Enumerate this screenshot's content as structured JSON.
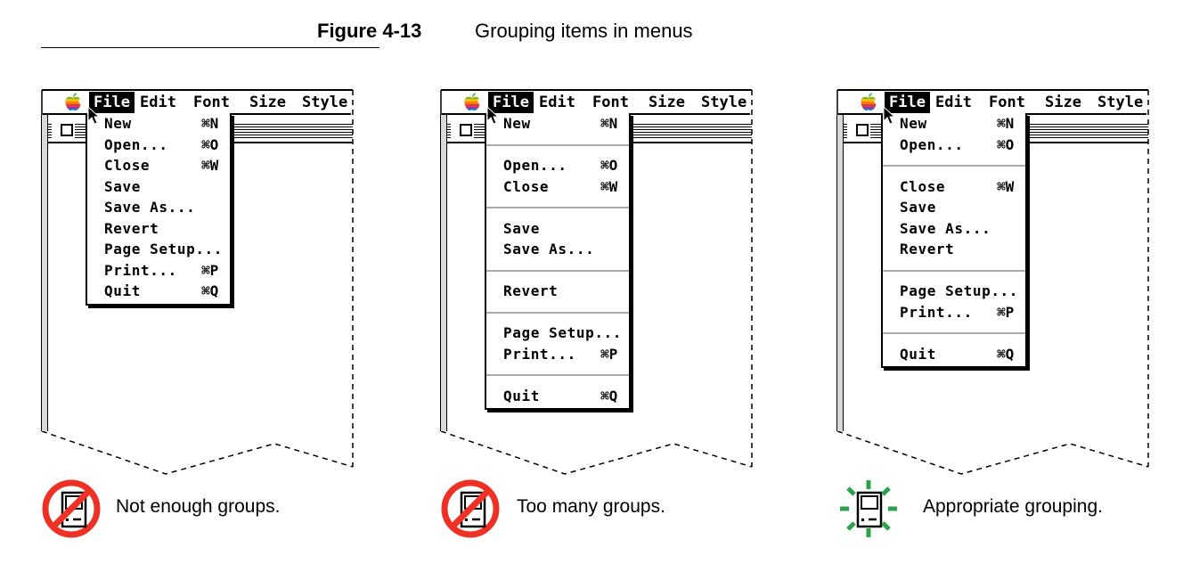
{
  "figure": {
    "number": "Figure 4-13",
    "title": "Grouping items in menus"
  },
  "menubar": {
    "titles": [
      "File",
      "Edit",
      "Font",
      "Size",
      "Style"
    ]
  },
  "shortcut_symbol": "⌘",
  "panels": [
    {
      "caption": "Not enough groups.",
      "verdict": "wrong",
      "menu_items": [
        {
          "label": "New",
          "key": "⌘N"
        },
        {
          "label": "Open...",
          "key": "⌘O"
        },
        {
          "label": "Close",
          "key": "⌘W"
        },
        {
          "label": "Save",
          "key": ""
        },
        {
          "label": "Save As...",
          "key": ""
        },
        {
          "label": "Revert",
          "key": ""
        },
        {
          "label": "Page Setup...",
          "key": ""
        },
        {
          "label": "Print...",
          "key": "⌘P"
        },
        {
          "label": "Quit",
          "key": "⌘Q"
        }
      ]
    },
    {
      "caption": "Too many groups.",
      "verdict": "wrong",
      "menu_items": [
        {
          "label": "New",
          "key": "⌘N"
        },
        {
          "separator": true
        },
        {
          "label": "Open...",
          "key": "⌘O"
        },
        {
          "label": "Close",
          "key": "⌘W"
        },
        {
          "separator": true
        },
        {
          "label": "Save",
          "key": ""
        },
        {
          "label": "Save As...",
          "key": ""
        },
        {
          "separator": true
        },
        {
          "label": "Revert",
          "key": ""
        },
        {
          "separator": true
        },
        {
          "label": "Page Setup...",
          "key": ""
        },
        {
          "label": "Print...",
          "key": "⌘P"
        },
        {
          "separator": true
        },
        {
          "label": "Quit",
          "key": "⌘Q"
        }
      ]
    },
    {
      "caption": "Appropriate grouping.",
      "verdict": "right",
      "menu_items": [
        {
          "label": "New",
          "key": "⌘N"
        },
        {
          "label": "Open...",
          "key": "⌘O"
        },
        {
          "separator": true
        },
        {
          "label": "Close",
          "key": "⌘W"
        },
        {
          "label": "Save",
          "key": ""
        },
        {
          "label": "Save As...",
          "key": ""
        },
        {
          "label": "Revert",
          "key": ""
        },
        {
          "separator": true
        },
        {
          "label": "Page Setup...",
          "key": ""
        },
        {
          "label": "Print...",
          "key": "⌘P"
        },
        {
          "separator": true
        },
        {
          "label": "Quit",
          "key": "⌘Q"
        }
      ]
    }
  ],
  "colors": {
    "wrong": "#ee3124",
    "right": "#2ca24a"
  }
}
